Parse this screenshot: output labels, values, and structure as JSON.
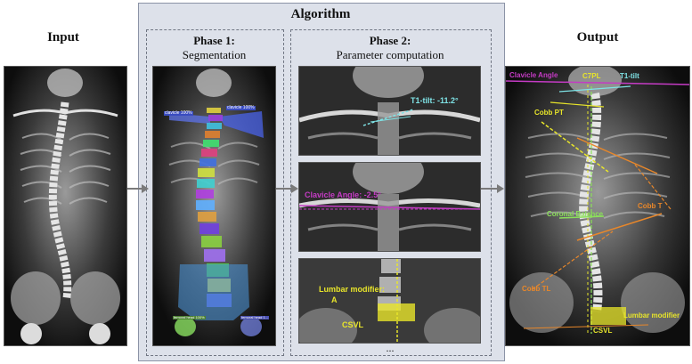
{
  "headings": {
    "input": "Input",
    "algorithm": "Algorithm",
    "output": "Output",
    "phase1_title": "Phase 1:",
    "phase1_sub": "Segmentation",
    "phase2_title": "Phase 2:",
    "phase2_sub": "Parameter computation",
    "more": "..."
  },
  "phase1_labels": {
    "clavicle_left": "clavicle 100%",
    "clavicle_right": "clavicle 100%",
    "femoral_left": "femoral head 100%",
    "femoral_right": "femoral head 1..."
  },
  "phase2_labels": {
    "t1_tilt": "T1-tilt: -11.2°",
    "clavicle_angle": "Clavicle Angle: -2.5°",
    "lumbar_modifier": "Lumbar modifier:",
    "lumbar_value": "A",
    "csvl": "CSVL"
  },
  "output_labels": {
    "clavicle_angle": "Clavicle Angle",
    "c7pl": "C7PL",
    "t1_tilt": "T1-tilt",
    "cobb_pt": "Cobb PT",
    "coronal_balance": "Coronal Balance",
    "cobb_t": "Cobb T",
    "cobb_tl": "Cobb TL",
    "lumbar_modifier": "Lumbar modifier",
    "csvl": "CSVL"
  },
  "colors": {
    "background": "#ffffff",
    "algorithm_panel": "#dde1ea",
    "arrow": "#7a7a7a",
    "cyan": "#7fe3e6",
    "magenta": "#c43bc4",
    "yellow": "#e8e52a",
    "orange": "#e8872a",
    "green": "#8be05a"
  }
}
